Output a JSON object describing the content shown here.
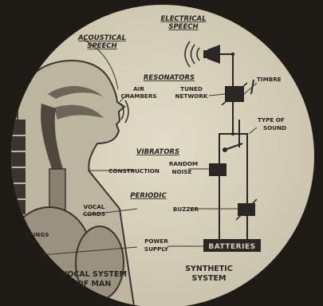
{
  "labels": {
    "acoustical_speech": [
      "ACOUSTICAL",
      "SPEECH"
    ],
    "electrical_speech": [
      "ELECTRICAL",
      "SPEECH"
    ],
    "resonators": "RESONATORS",
    "air_chambers": [
      "AIR",
      "CHAMBERS"
    ],
    "tuned_network": [
      "TUNED",
      "NETWORK"
    ],
    "timbre": "TIMBRE",
    "type_of_sound": [
      "TYPE OF",
      "SOUND"
    ],
    "vibrators": "VIBRATORS",
    "construction": "CONSTRUCTION",
    "random_noise": [
      "RANDOM",
      "NOISE"
    ],
    "periodic": "PERIODIC",
    "vocal_cords": [
      "VOCAL",
      "CORDS"
    ],
    "buzzer": "BUZZER",
    "lungs": "LUNGS",
    "power_supply": [
      "POWER",
      "SUPPLY"
    ],
    "batteries": "BATTERIES",
    "vocal_system_of_man": [
      "VOCAL SYSTEM",
      "OF MAN"
    ],
    "synthetic_system": [
      "SYNTHETIC",
      "SYSTEM"
    ]
  },
  "colors": {
    "background": "#1f1c17",
    "disc": "#d9d2bd",
    "ink": "#262320",
    "component": "#2a2724"
  }
}
